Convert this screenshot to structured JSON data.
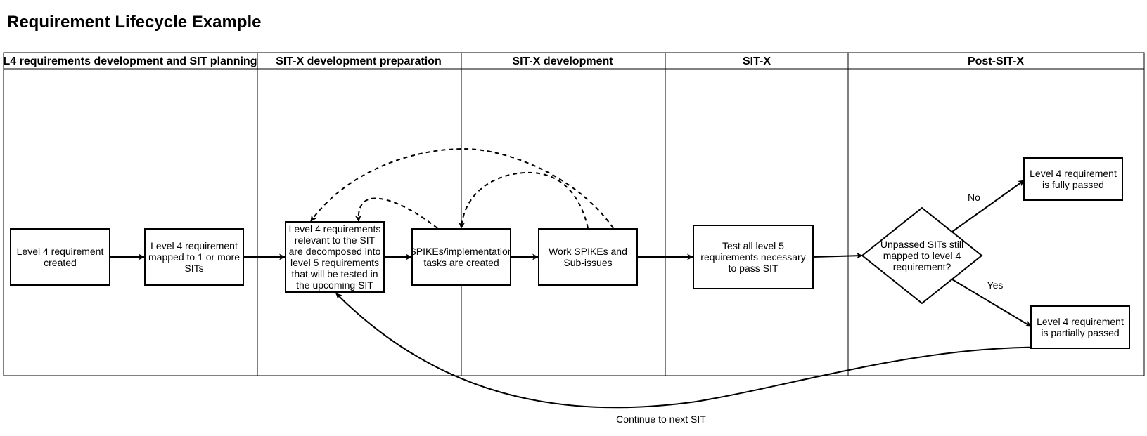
{
  "title": "Requirement Lifecycle Example",
  "lanes": [
    "L4 requirements development and SIT planning",
    "SIT-X development preparation",
    "SIT-X development",
    "SIT-X",
    "Post-SIT-X"
  ],
  "nodes": {
    "created": "Level 4 requirement created",
    "mapped": "Level 4 requirement mapped to 1 or more SITs",
    "decomposed": "Level 4 requirements relevant to the SIT are decomposed into level 5 requirements that will be tested in the upcoming SIT",
    "spikes_created": "SPIKEs/implementation tasks are created",
    "work_spikes": "Work SPIKEs and Sub-issues",
    "test_all": "Test all level 5 requirements necessary to pass SIT",
    "decision": "Unpassed SITs still mapped to level 4 requirement?",
    "fully_passed": "Level 4 requirement is fully passed",
    "partially_passed": "Level 4 requirement is partially passed"
  },
  "edge_labels": {
    "no": "No",
    "yes": "Yes",
    "continue": "Continue to next SIT"
  }
}
